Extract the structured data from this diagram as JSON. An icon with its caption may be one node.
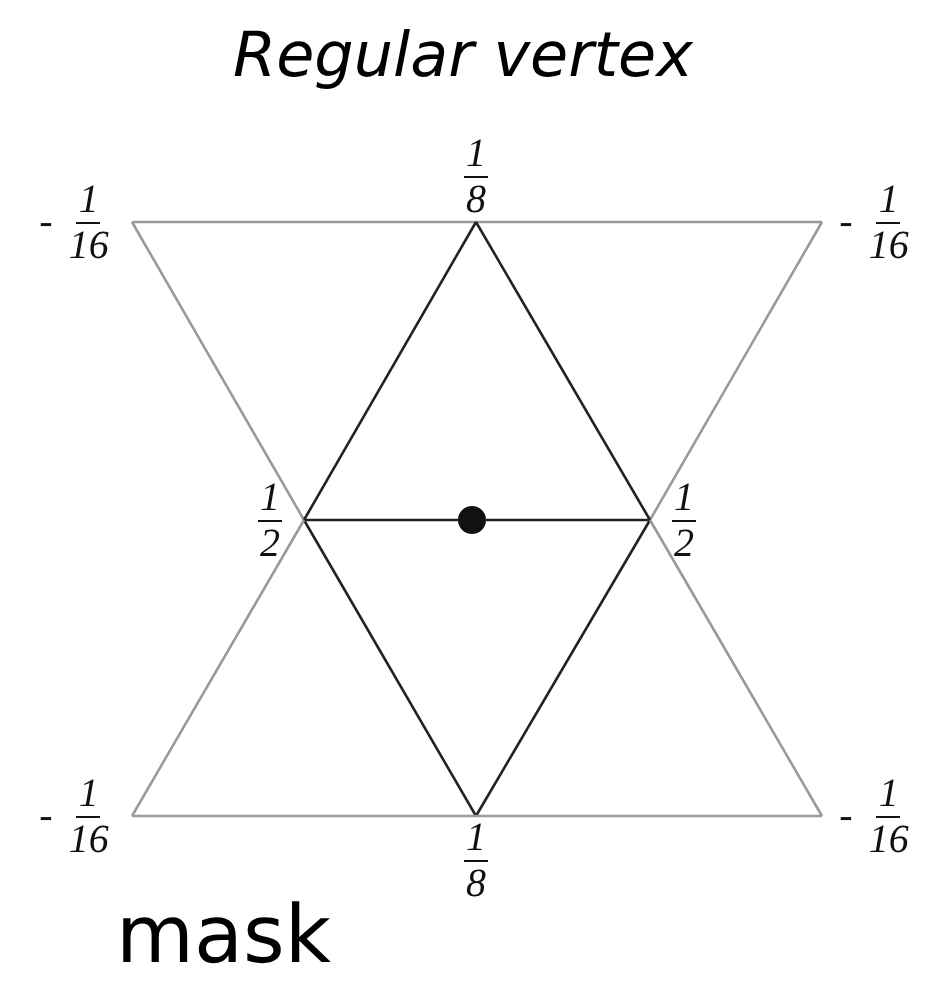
{
  "diagram": {
    "title": "Regular vertex",
    "caption": "mask",
    "nodes": [
      {
        "text": [
          "-",
          "1",
          "16"
        ]
      },
      {
        "text": [
          "1",
          "8"
        ]
      },
      {
        "text": [
          "-",
          "1",
          "16"
        ]
      },
      {
        "text": [
          "1",
          "2"
        ]
      },
      {
        "text": [],
        "shape": "circle"
      },
      {
        "text": [
          "1",
          "2"
        ]
      },
      {
        "text": [
          "-",
          "1",
          "16"
        ]
      },
      {
        "text": [
          "1",
          "8"
        ]
      },
      {
        "text": [
          "-",
          "1",
          "16"
        ]
      }
    ],
    "edges": [
      {
        "from": 0,
        "to": 1,
        "arrow": "none"
      },
      {
        "from": 1,
        "to": 2,
        "arrow": "none"
      },
      {
        "from": 0,
        "to": 3,
        "arrow": "none"
      },
      {
        "from": 2,
        "to": 5,
        "arrow": "none"
      },
      {
        "from": 1,
        "to": 3,
        "arrow": "none",
        "color": "#222222"
      },
      {
        "from": 1,
        "to": 5,
        "arrow": "none",
        "color": "#222222"
      },
      {
        "from": 3,
        "to": 4,
        "arrow": "none",
        "color": "#222222"
      },
      {
        "from": 4,
        "to": 5,
        "arrow": "none",
        "color": "#222222"
      },
      {
        "from": 3,
        "to": 7,
        "arrow": "none",
        "color": "#222222"
      },
      {
        "from": 5,
        "to": 7,
        "arrow": "none",
        "color": "#222222"
      },
      {
        "from": 6,
        "to": 3,
        "arrow": "none"
      },
      {
        "from": 8,
        "to": 5,
        "arrow": "none"
      },
      {
        "from": 6,
        "to": 7,
        "arrow": "none"
      },
      {
        "from": 7,
        "to": 8,
        "arrow": "none"
      }
    ]
  }
}
